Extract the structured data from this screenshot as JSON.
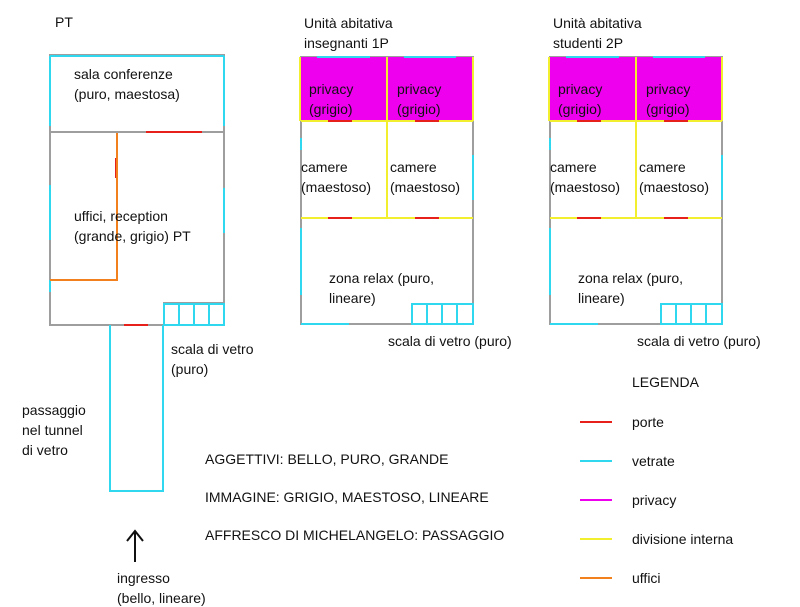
{
  "colors": {
    "wall": "#9e9e9e",
    "porte": "#e8201c",
    "vetrate": "#2fd8ee",
    "privacy": "#ee00ee",
    "divisione_interna": "#f1ef2e",
    "uffici": "#f2801c",
    "text": "#111111"
  },
  "plans": {
    "pt": {
      "title": "PT",
      "sala_conferenze": [
        "sala conferenze",
        "(puro, maestosa)"
      ],
      "uffici": [
        "uffici, reception",
        "(grande, grigio) PT"
      ],
      "scala": [
        "scala di vetro",
        "(puro)"
      ],
      "passaggio": [
        "passaggio",
        "nel tunnel",
        "di vetro"
      ],
      "ingresso": [
        "ingresso",
        "(bello, lineare)"
      ]
    },
    "p1": {
      "title": [
        "Unità abitativa",
        "insegnanti 1P"
      ],
      "privacy_left": [
        "privacy",
        "(grigio)"
      ],
      "privacy_right": [
        "privacy",
        "(grigio)"
      ],
      "camere_left": [
        "camere",
        "(maestoso)"
      ],
      "camere_right": [
        "camere",
        "(maestoso)"
      ],
      "zona_relax": [
        "zona relax (puro,",
        "lineare)"
      ],
      "scala": "scala di vetro (puro)"
    },
    "p2": {
      "title": [
        "Unità abitativa",
        "studenti 2P"
      ],
      "privacy_left": [
        "privacy",
        "(grigio)"
      ],
      "privacy_right": [
        "privacy",
        "(grigio)"
      ],
      "camere_left": [
        "camere",
        "(maestoso)"
      ],
      "camere_right": [
        "camere",
        "(maestoso)"
      ],
      "zona_relax": [
        "zona relax (puro,",
        "lineare)"
      ],
      "scala": "scala di vetro (puro)"
    }
  },
  "notes": {
    "aggettivi": "AGGETTIVI: BELLO, PURO, GRANDE",
    "immagine": "IMMAGINE: GRIGIO, MAESTOSO, LINEARE",
    "affresco": "AFFRESCO DI MICHELANGELO: PASSAGGIO"
  },
  "legend": {
    "title": "LEGENDA",
    "items": [
      {
        "label": "porte",
        "color": "#e8201c"
      },
      {
        "label": "vetrate",
        "color": "#2fd8ee"
      },
      {
        "label": "privacy",
        "color": "#ee00ee"
      },
      {
        "label": "divisione interna",
        "color": "#f1ef2e"
      },
      {
        "label": "uffici",
        "color": "#f2801c"
      }
    ]
  }
}
